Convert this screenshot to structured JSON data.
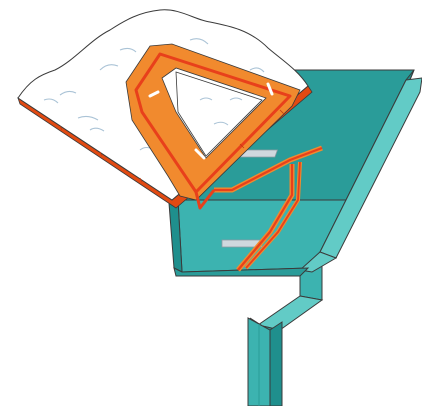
{
  "colors": {
    "background": "#ffffff",
    "gutter_light": "#62cbc6",
    "gutter_mid": "#3cb3b0",
    "gutter_dark": "#1f8f8d",
    "gutter_inner": "#2a9c99",
    "outline": "#3a3a3a",
    "roof_edge": "#e24a12",
    "heat_cable": "#e8401b",
    "cable_pad": "#f18a2e",
    "snow": "#ffffff",
    "snow_shadow": "#aac3d6",
    "clip": "#cfd8de"
  },
  "parts": {
    "roof": "snow-covered-roof-section",
    "heating_cable": "heat-trace-cable-zigzag",
    "gutter": "gutter-trough",
    "downspout": "downspout-pipe",
    "clips": "cable-mounting-clips"
  }
}
